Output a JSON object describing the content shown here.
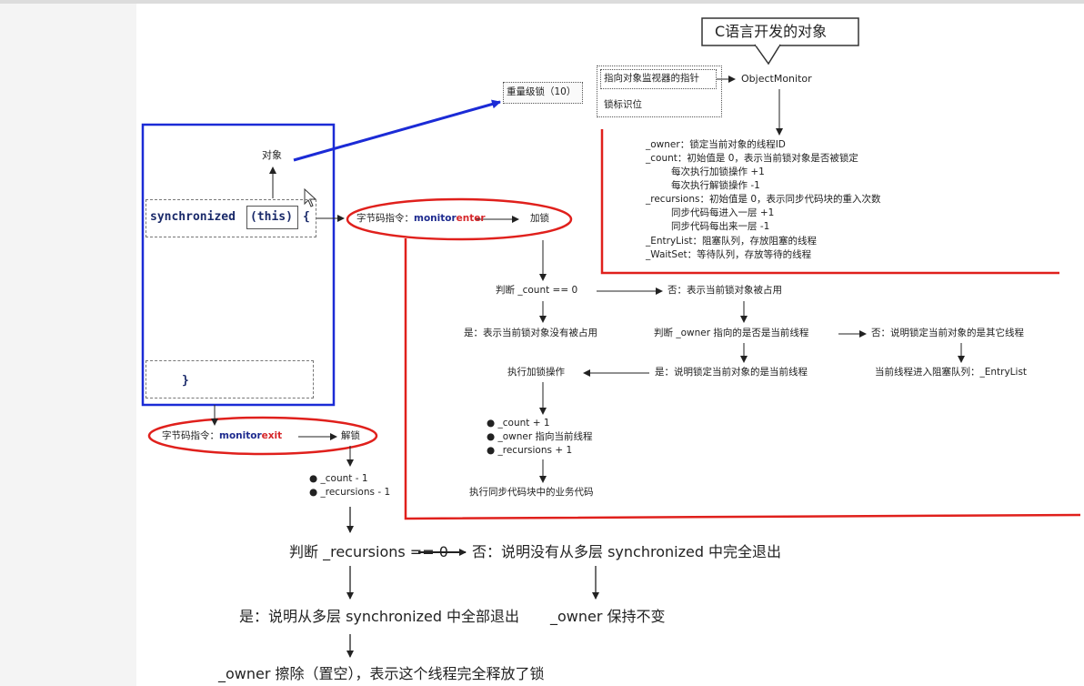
{
  "callout": {
    "text": "C语言开发的对象"
  },
  "heavy_lock": {
    "label": "重量级锁（10）"
  },
  "mark_word": {
    "pointer": "指向对象监视器的指针",
    "flag": "锁标识位"
  },
  "object_monitor": {
    "label": "ObjectMonitor"
  },
  "monitor_fields": [
    "_owner：锁定当前对象的线程ID",
    "_count：初始值是 0，表示当前锁对象是否被锁定",
    "每次执行加锁操作 +1",
    "每次执行解锁操作  -1",
    "_recursions：初始值是 0，表示同步代码块的重入次数",
    "同步代码每进入一层 +1",
    "同步代码每出来一层 -1",
    "_EntryList：阻塞队列，存放阻塞的线程",
    "_WaitSet：等待队列，存放等待的线程"
  ],
  "code": {
    "object": "对象",
    "sync_keyword": "synchronized",
    "this": "(this)",
    "open": "{",
    "close": "}"
  },
  "enter_step": {
    "prefix": "字节码指令：",
    "blue": "monitor",
    "red": "enter",
    "result": "加锁"
  },
  "exit_step": {
    "prefix": "字节码指令：",
    "blue": "monitor",
    "red": "exit",
    "result": "解锁"
  },
  "flow": {
    "check_count": "判断 _count == 0",
    "no_occupied": "否：表示当前锁对象被占用",
    "yes_not_occupied": "是：表示当前锁对象没有被占用",
    "check_owner": "判断 _owner 指向的是否是当前线程",
    "no_other_thread": "否：说明锁定当前对象的是其它线程",
    "exec_lock": "执行加锁操作",
    "yes_current_thread": "是：说明锁定当前对象的是当前线程",
    "enter_entrylist": "当前线程进入阻塞队列：_EntryList",
    "lock_updates": [
      "● _count + 1",
      "● _owner 指向当前线程",
      "● _recursions + 1"
    ],
    "exec_business": "执行同步代码块中的业务代码"
  },
  "exit_updates": [
    "● _count - 1",
    "● _recursions - 1"
  ],
  "exit_flow": {
    "check_recursions": "判断 _recursions == 0",
    "no_not_fully": "否：说明没有从多层 synchronized 中完全退出",
    "yes_fully": "是：说明从多层 synchronized 中全部退出",
    "owner_unchanged": "_owner 保持不变",
    "owner_cleared": "_owner 擦除（置空），表示这个线程完全释放了锁"
  },
  "colors": {
    "blue": "#1b2bd6",
    "red": "#e0201c",
    "dark": "#222222"
  }
}
